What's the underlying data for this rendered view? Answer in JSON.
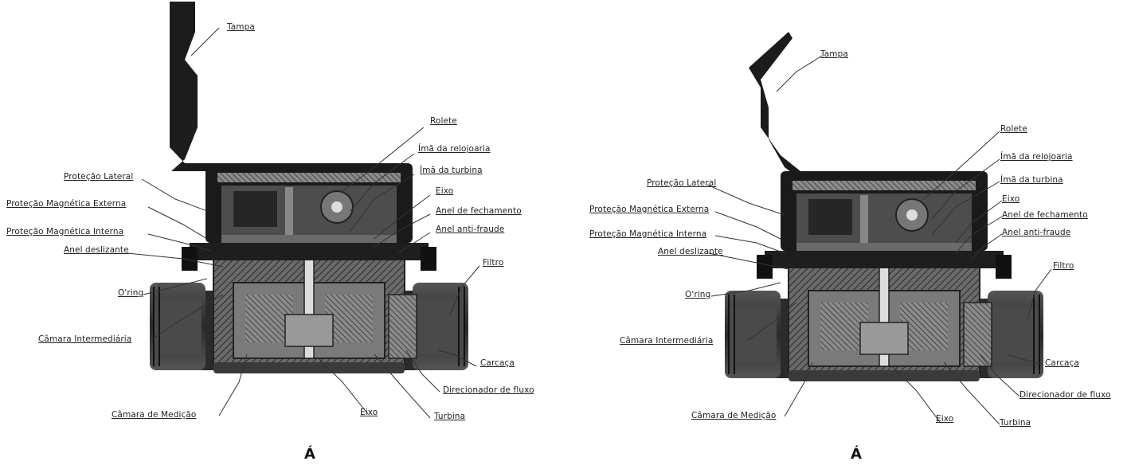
{
  "left_diagram": {
    "labels": {
      "tampa": "Tampa",
      "rolete": "Rolete",
      "ima_relojoaria": "Ímã da relojoaria",
      "ima_turbina": "Ímã da turbina",
      "eixo_top": "Eixo",
      "anel_fechamento": "Anel de fechamento",
      "anel_antifraude": "Anel anti-fraude",
      "filtro": "Filtro",
      "carcaca": "Carcaça",
      "direcionador": "Direcionador de fluxo",
      "turbina": "Turbina",
      "eixo_bottom": "Eixo",
      "camara_medicao": "Câmara de Medição",
      "camara_intermediaria": "Câmara Intermediária",
      "oring": "O'ring",
      "anel_deslizante": "Anel deslizante",
      "protecao_mag_interna": "Proteção Magnética Interna",
      "protecao_mag_externa": "Proteção Magnética Externa",
      "protecao_lateral": "Proteção Lateral"
    }
  },
  "right_diagram": {
    "labels": {
      "tampa": "Tampa",
      "rolete": "Rolete",
      "ima_relojoaria": "Ímã da relojoaria",
      "ima_turbina": "Ímã da turbina",
      "eixo_top": "Eixo",
      "anel_fechamento": "Anel de fechamento",
      "anel_antifraude": "Anel anti-fraude",
      "filtro": "Filtro",
      "carcaca": "Carcaça",
      "direcionador": "Direcionador de fluxo",
      "turbina": "Turbina",
      "eixo_bottom": "Eixo",
      "camara_medicao": "Câmara de Medição",
      "camara_intermediaria": "Câmara Intermediária",
      "oring": "O'ring",
      "anel_deslizante": "Anel deslizante",
      "protecao_mag_interna": "Proteção Magnética Interna",
      "protecao_mag_externa": "Proteção Magnética Externa",
      "protecao_lateral": "Proteção Lateral"
    }
  },
  "captions": {
    "left": "Á",
    "right": "Á"
  },
  "colors": {
    "body_dark": "#1a1a1a",
    "body_mid": "#3a3a3a",
    "hatch": "#555555",
    "line": "#333333"
  }
}
